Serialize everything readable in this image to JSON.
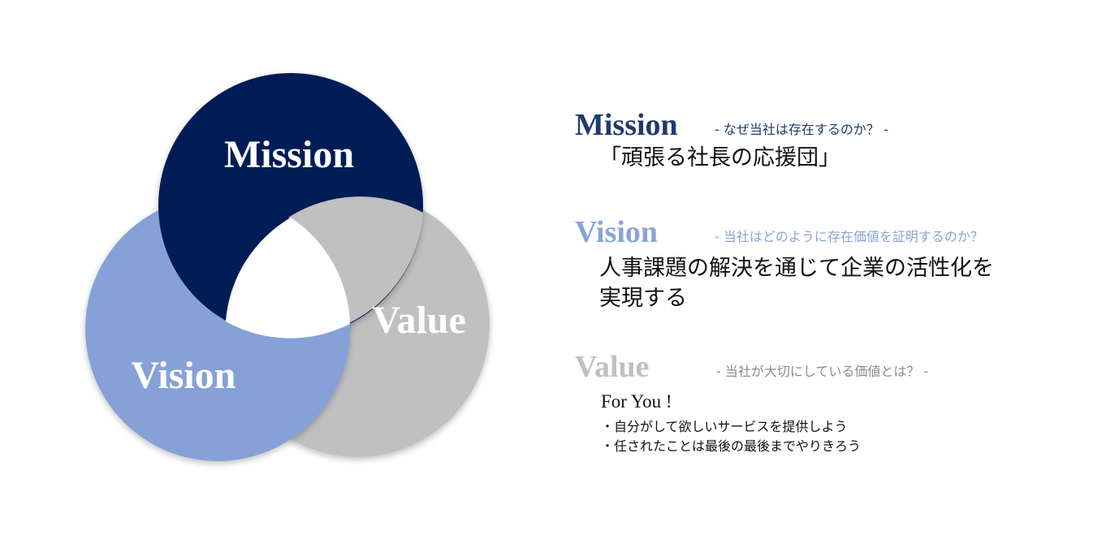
{
  "colors": {
    "mission": "#011e56",
    "vision": "#86a1d7",
    "value": "#c0c0c0"
  },
  "diagram": {
    "circles": [
      {
        "key": "mission",
        "label": "Mission"
      },
      {
        "key": "vision",
        "label": "Vision"
      },
      {
        "key": "value",
        "label": "Value"
      }
    ]
  },
  "mission": {
    "heading": "Mission",
    "question": "- なぜ当社は存在するのか？ -",
    "statement": "「頑張る社長の応援団」"
  },
  "vision": {
    "heading": "Vision",
    "question": "- 当社はどのように存在価値を証明するのか？",
    "statement_lines": [
      "人事課題の解決を通じて企業の活性化を",
      "実現する"
    ]
  },
  "value": {
    "heading": "Value",
    "question": "- 当社が大切にしている価値とは？ -",
    "tagline": "For You !",
    "bullets": [
      "自分がして欲しいサービスを提供しよう",
      "任されたことは最後の最後までやりきろう"
    ]
  }
}
